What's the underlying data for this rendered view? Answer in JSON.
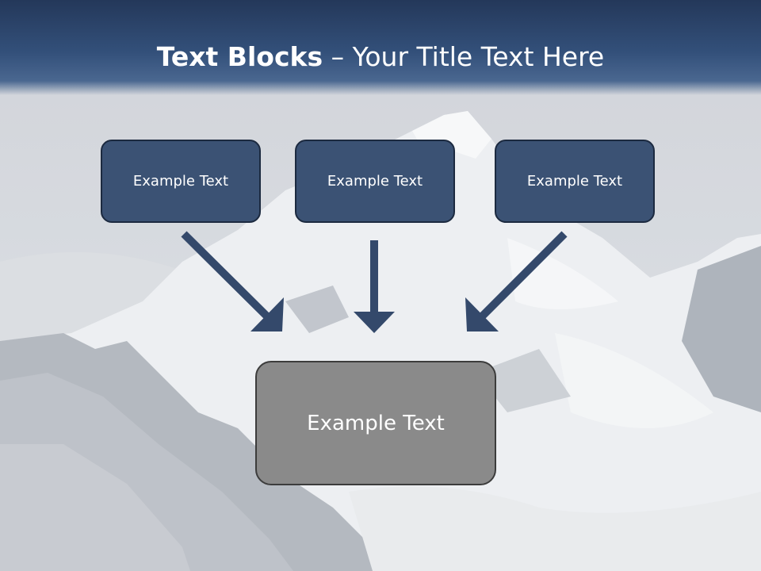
{
  "title": {
    "bold": "Text Blocks",
    "separator": " – ",
    "rest": "Your Title Text Here"
  },
  "boxes": {
    "top": [
      "Example Text",
      "Example Text",
      "Example Text"
    ],
    "bottom": "Example Text"
  },
  "colors": {
    "title_bar": "#2c4468",
    "top_box_fill": "#3b5274",
    "top_box_border": "#1c2a40",
    "bottom_box_fill": "#8a8a8a",
    "arrow": "#34496b"
  }
}
